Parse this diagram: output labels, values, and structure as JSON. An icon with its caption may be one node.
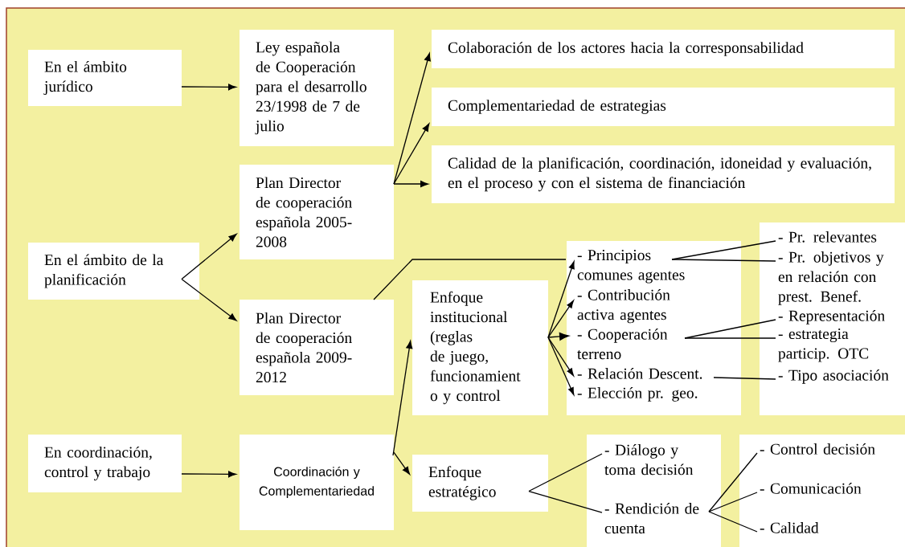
{
  "diagram": {
    "nodes": [
      {
        "text": [
          "En el ámbito jurídico"
        ]
      },
      {
        "text": [
          "Ley española de Cooperación para el desarrollo 23/1998 de 7 de julio"
        ]
      },
      {
        "text": [
          "Colaboración de los actores hacia la corresponsabilidad"
        ]
      },
      {
        "text": [
          "Complementariedad de estrategias"
        ]
      },
      {
        "text": [
          "Calidad de la planificación, coordinación, idoneidad y evaluación, en el proceso y con el sistema de financiación"
        ]
      },
      {
        "text": [
          "En el ámbito de la planificación"
        ]
      },
      {
        "text": [
          "Plan Director de cooperación española 2005- 2008"
        ]
      },
      {
        "text": [
          "Plan Director de cooperación española 2009- 2012"
        ]
      },
      {
        "text": [
          "Enfoque institucional (reglas de juego, funcionamient o y control"
        ]
      },
      {
        "text": [],
        "shape": "box"
      },
      {
        "text": [
          "- Principios comunes agentes"
        ],
        "in": 9
      },
      {
        "text": [
          "- Contribución activa agentes"
        ],
        "in": 9
      },
      {
        "text": [
          "- Cooperación terreno"
        ],
        "in": 9
      },
      {
        "text": [
          "- Relación Descent."
        ],
        "in": 9
      },
      {
        "text": [
          "- Elección pr. geo."
        ],
        "in": 9
      },
      {
        "text": [],
        "shape": "box"
      },
      {
        "text": [
          "- Pr. relevantes"
        ],
        "in": 15
      },
      {
        "text": [
          "- Pr. objetivos y en relación con prest. Benef."
        ],
        "in": 15
      },
      {
        "text": [
          "- Representación"
        ],
        "in": 15
      },
      {
        "text": [
          "- estrategia particip. OTC"
        ],
        "in": 15
      },
      {
        "text": [
          "- Tipo asociación"
        ],
        "in": 15
      },
      {
        "text": [
          "En coordinación, control y trabajo"
        ]
      },
      {
        "text": [
          "Coordinación y Complementariedad"
        ]
      },
      {
        "text": [
          "Enfoque estratégico"
        ]
      },
      {
        "text": [],
        "shape": "box"
      },
      {
        "text": [
          "- Diálogo y toma decisión"
        ],
        "in": 24
      },
      {
        "text": [
          "- Rendición de cuenta"
        ],
        "in": 24
      },
      {
        "text": [],
        "shape": "box"
      },
      {
        "text": [
          "- Control decisión"
        ],
        "in": 27
      },
      {
        "text": [
          "- Comunicación"
        ],
        "in": 27
      },
      {
        "text": [
          "- Calidad"
        ],
        "in": 27
      }
    ],
    "edges": [
      {
        "from": 0,
        "to": 1,
        "arrow": "to"
      },
      {
        "from": 6,
        "to": 2,
        "arrow": "to"
      },
      {
        "from": 6,
        "to": 3,
        "arrow": "to"
      },
      {
        "from": 6,
        "to": 4,
        "arrow": "to"
      },
      {
        "from": 5,
        "to": 6,
        "arrow": "to"
      },
      {
        "from": 5,
        "to": 7,
        "arrow": "to"
      },
      {
        "from": 7,
        "to": 10,
        "arrow": "none"
      },
      {
        "from": 8,
        "to": 10,
        "arrow": "to"
      },
      {
        "from": 8,
        "to": 11,
        "arrow": "to"
      },
      {
        "from": 8,
        "to": 12,
        "arrow": "to"
      },
      {
        "from": 8,
        "to": 13,
        "arrow": "to"
      },
      {
        "from": 8,
        "to": 14,
        "arrow": "to"
      },
      {
        "from": 10,
        "to": 16,
        "arrow": "none"
      },
      {
        "from": 10,
        "to": 17,
        "arrow": "none"
      },
      {
        "from": 12,
        "to": 18,
        "arrow": "none"
      },
      {
        "from": 12,
        "to": 19,
        "arrow": "none"
      },
      {
        "from": 13,
        "to": 20,
        "arrow": "none"
      },
      {
        "from": 21,
        "to": 22,
        "arrow": "to"
      },
      {
        "from": 22,
        "to": 8,
        "arrow": "to"
      },
      {
        "from": 22,
        "to": 23,
        "arrow": "to"
      },
      {
        "from": 23,
        "to": 25,
        "arrow": "none"
      },
      {
        "from": 23,
        "to": 26,
        "arrow": "none"
      },
      {
        "from": 26,
        "to": 28,
        "arrow": "none"
      },
      {
        "from": 26,
        "to": 29,
        "arrow": "none"
      },
      {
        "from": 26,
        "to": 30,
        "arrow": "none"
      }
    ]
  }
}
